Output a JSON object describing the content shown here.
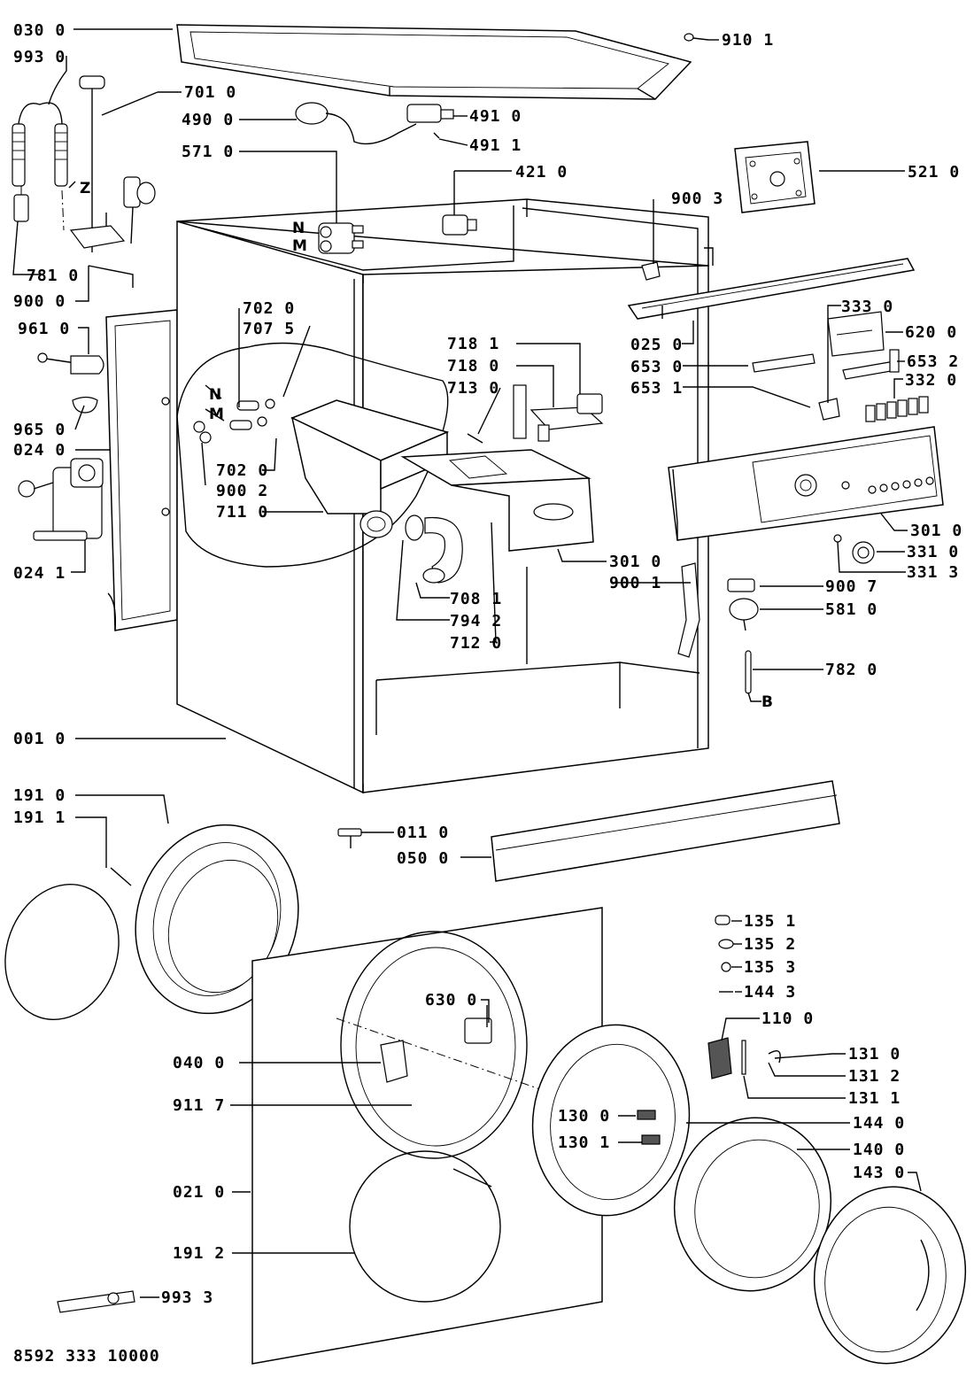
{
  "document_id": "8592 333 10000",
  "letters": {
    "z": "Z",
    "n1": "N",
    "m1": "M",
    "n2": "N",
    "m2": "M",
    "b": "B"
  },
  "labels": {
    "p0300": "030 0",
    "p9930": "993 0",
    "p7010": "701 0",
    "p4900": "490 0",
    "p5710": "571 0",
    "p4910": "491 0",
    "p4911": "491 1",
    "p4210": "421 0",
    "p9101": "910 1",
    "p5210": "521 0",
    "p9003": "900 3",
    "p7810": "781 0",
    "p9000": "900 0",
    "p9610": "961 0",
    "p7020a": "702 0",
    "p7075": "707 5",
    "p3330": "333 0",
    "p6200": "620 0",
    "p0250": "025 0",
    "p6530": "653 0",
    "p6532": "653 2",
    "p6531": "653 1",
    "p3320": "332 0",
    "p7181": "718 1",
    "p7180": "718 0",
    "p7130": "713 0",
    "p9650": "965 0",
    "p0240": "024 0",
    "p7020b": "702 0",
    "p9002": "900 2",
    "p7110": "711 0",
    "p3010a": "301 0",
    "p3310": "331 0",
    "p3313": "331 3",
    "p0241": "024 1",
    "p3010b": "301 0",
    "p9001": "900 1",
    "p9007": "900 7",
    "p5810": "581 0",
    "p7081": "708 1",
    "p7942": "794 2",
    "p7120": "712 0",
    "p7820": "782 0",
    "p0010": "001 0",
    "p1910": "191 0",
    "p1911": "191 1",
    "p0110": "011 0",
    "p0500": "050 0",
    "p1351": "135 1",
    "p1352": "135 2",
    "p1353": "135 3",
    "p1443": "144 3",
    "p6300": "630 0",
    "p1100": "110 0",
    "p0400": "040 0",
    "p1310": "131 0",
    "p1312": "131 2",
    "p1311": "131 1",
    "p9117": "911 7",
    "p1300": "130 0",
    "p1440": "144 0",
    "p1301": "130 1",
    "p1400": "140 0",
    "p1430": "143 0",
    "p0210": "021 0",
    "p1912": "191 2",
    "p9933": "993 3"
  }
}
